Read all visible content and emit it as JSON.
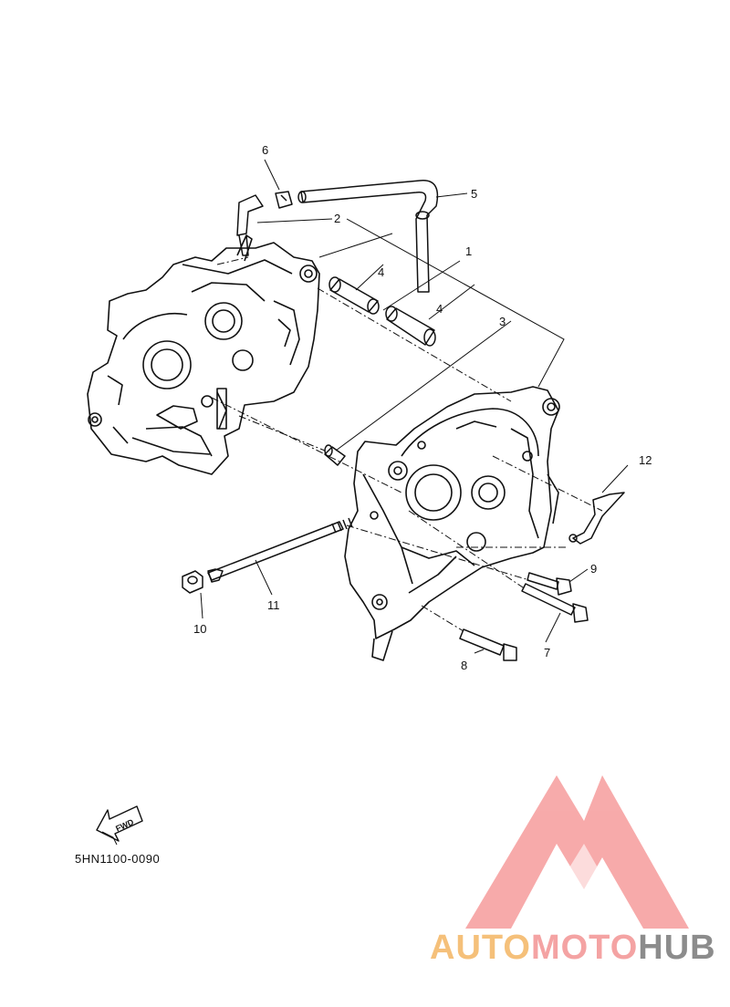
{
  "diagram": {
    "part_labels": [
      "1",
      "2",
      "3",
      "4",
      "4",
      "5",
      "6",
      "7",
      "8",
      "9",
      "10",
      "11",
      "12"
    ],
    "fwd_arrow_text": "FWD",
    "drawing_code": "5HN1100-0090"
  },
  "watermark": {
    "part1": "AUTO",
    "part2": "MOTO",
    "part3": "HUB",
    "colors": {
      "auto": "#f5c07a",
      "moto": "#f4a3a3",
      "hub": "#8c8c8c",
      "logo": "#f7a6a6"
    }
  }
}
